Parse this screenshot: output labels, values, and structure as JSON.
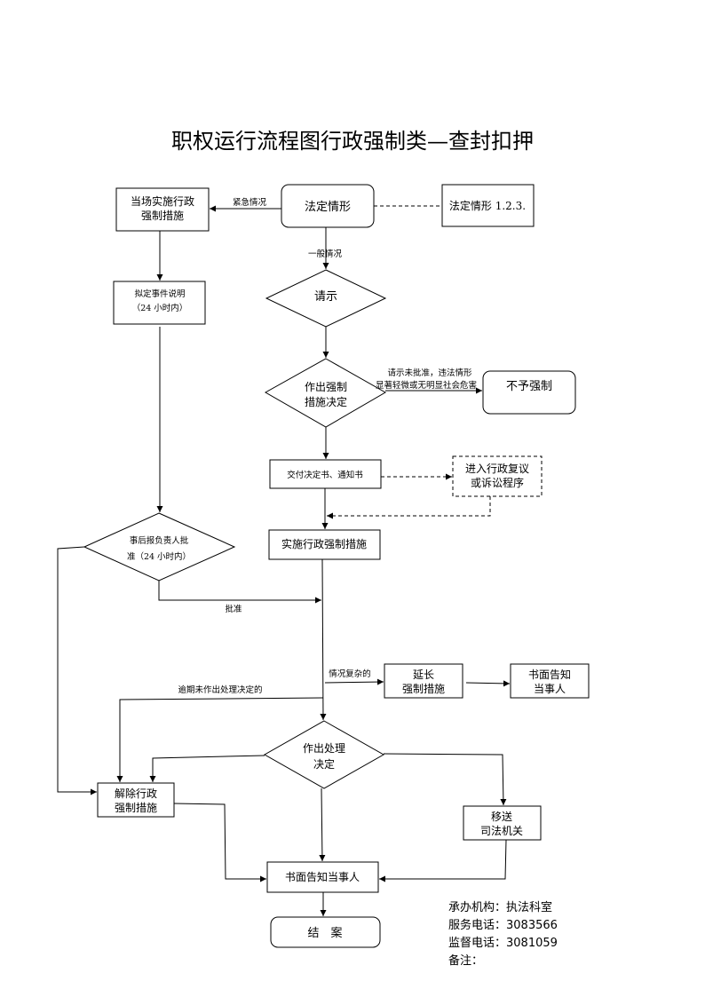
{
  "title": "职权运行流程图行政强制类—查封扣押",
  "nodes": {
    "legal_situation": "法定情形",
    "legal_situation_ref": "法定情形 1.2.3.",
    "onsite_line1": "当场实施行政",
    "onsite_line2": "强制措施",
    "draft_line1": "拟定事件说明",
    "draft_line2": "（24 小时内）",
    "request": "请示",
    "decide_line1": "作出强制",
    "decide_line2": "措施决定",
    "no_enforce": "不予强制",
    "deliver": "交付决定书、通知书",
    "review_line1": "进入行政复议",
    "review_line2": "或诉讼程序",
    "report_line1": "事后报负责人批",
    "report_line2": "准（24 小时内）",
    "implement": "实施行政强制措施",
    "extend_line1": "延长",
    "extend_line2": "强制措施",
    "notify_extend_line1": "书面告知",
    "notify_extend_line2": "当事人",
    "process_line1": "作出处理",
    "process_line2": "决定",
    "release_line1": "解除行政",
    "release_line2": "强制措施",
    "transfer_line1": "移送",
    "transfer_line2": "司法机关",
    "notify_final": "书面告知当事人",
    "close": "结　案"
  },
  "edge_labels": {
    "urgent": "紧急情况",
    "general": "一般情况",
    "rejected_line1": "请示未批准，违法情形",
    "rejected_line2": "显著轻微或无明显社会危害",
    "approved": "批准",
    "complex": "情况复杂的",
    "overdue": "逾期未作出处理决定的"
  },
  "info": {
    "org": "承办机构：执法科室",
    "service_phone": "服务电话：3083566",
    "supervise_phone": "监督电话：3081059",
    "remarks": "备注："
  }
}
